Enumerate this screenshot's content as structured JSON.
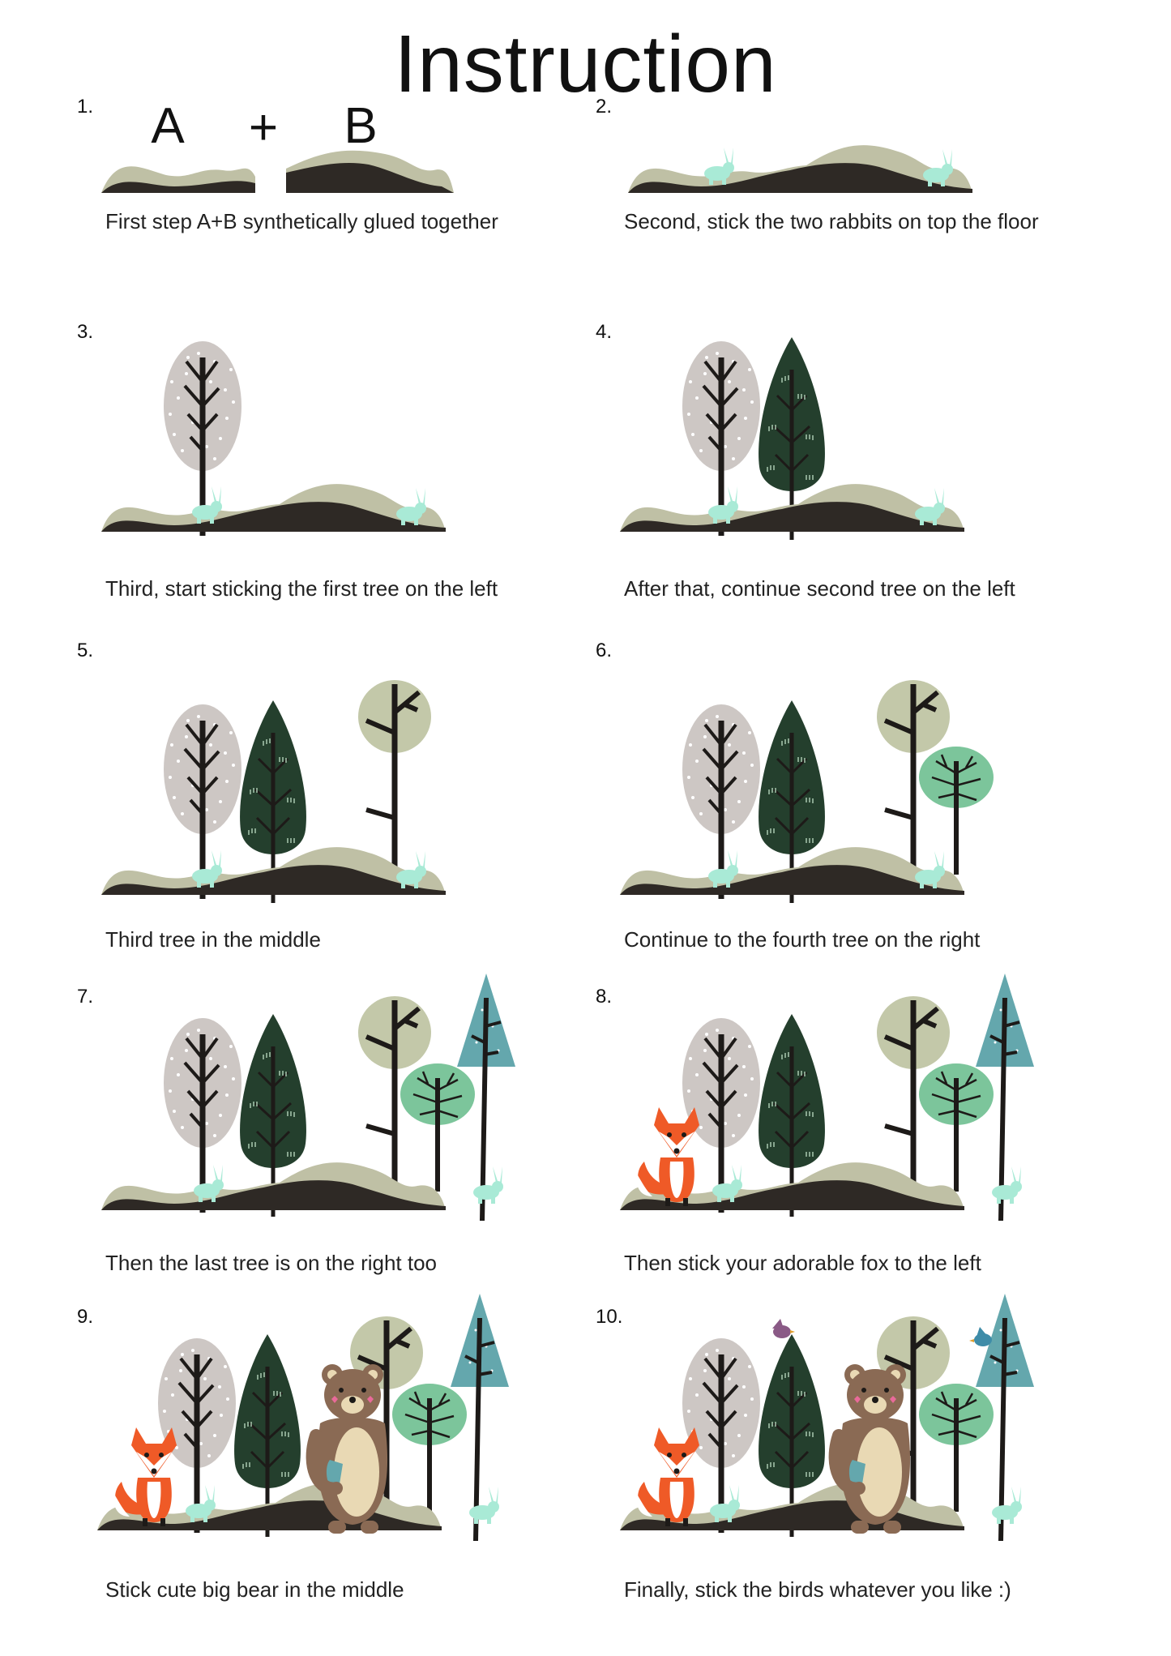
{
  "title": "Instruction",
  "ab": {
    "a": "A",
    "plus": "+",
    "b": "B"
  },
  "steps": [
    {
      "num": "1.",
      "caption": "First step A+B synthetically glued together"
    },
    {
      "num": "2.",
      "caption": "Second, stick the two rabbits on top the floor"
    },
    {
      "num": "3.",
      "caption": "Third, start sticking the first tree on the left"
    },
    {
      "num": "4.",
      "caption": "After that, continue second tree on the left"
    },
    {
      "num": "5.",
      "caption": "Third tree in the middle"
    },
    {
      "num": "6.",
      "caption": "Continue to the fourth tree on the right"
    },
    {
      "num": "7.",
      "caption": "Then the last tree is on the right too"
    },
    {
      "num": "8.",
      "caption": "Then stick your adorable fox to the left"
    },
    {
      "num": "9.",
      "caption": "Stick cute big bear in the middle"
    },
    {
      "num": "10.",
      "caption": "Finally, stick the birds whatever you like  :)"
    }
  ],
  "colors": {
    "ground_light": "#bfc0a5",
    "ground_dark": "#2e2925",
    "rabbit": "#a9ead6",
    "tree_grey": "#cdc7c4",
    "tree_darkgreen": "#243f2d",
    "tree_sage": "#c3c8a9",
    "tree_mint": "#7cc59b",
    "tree_teal": "#64a7ad",
    "trunk": "#1d1a18",
    "fox": "#ef5a27",
    "bear": "#8a6a54",
    "bird_purple": "#8a5a86",
    "bird_blue": "#3e8ca8"
  }
}
